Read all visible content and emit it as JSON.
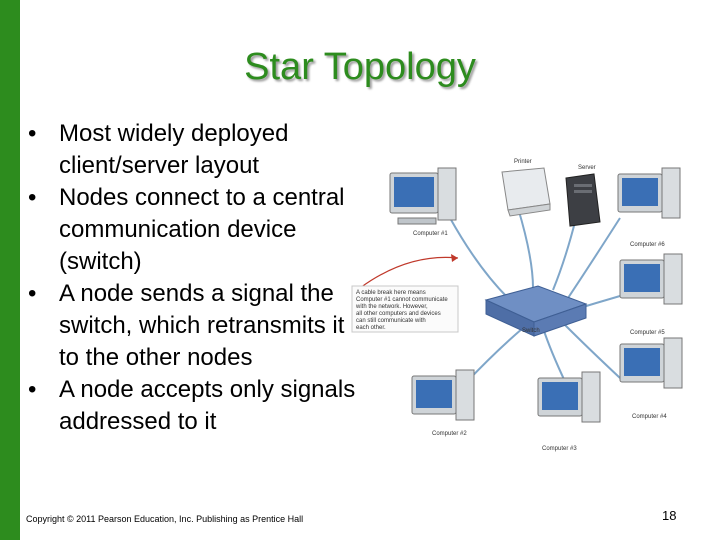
{
  "slide": {
    "title": "Star Topology",
    "bullets": [
      "Most widely deployed client/server layout",
      "Nodes connect to a central communication device (switch)",
      "A node sends a signal the switch, which retransmits it to the other nodes",
      "A node accepts only signals addressed to it"
    ],
    "footer": "Copyright © 2011 Pearson Education, Inc. Publishing as Prentice Hall",
    "page_number": "18"
  },
  "diagram": {
    "printer_label": "Printer",
    "server_label": "Server",
    "switch_label": "Switch",
    "computer_labels": [
      "Computer #1",
      "Computer #2",
      "Computer #3",
      "Computer #4",
      "Computer #5",
      "Computer #6"
    ],
    "callout_lines": [
      "A cable break here means",
      "Computer #1 cannot communicate",
      "with the network. However,",
      "all other computers and devices",
      "can still communicate with",
      "each other."
    ]
  },
  "colors": {
    "accent": "#2d8c1e",
    "cable": "#7fa6c9",
    "arrow": "#c0392b"
  }
}
